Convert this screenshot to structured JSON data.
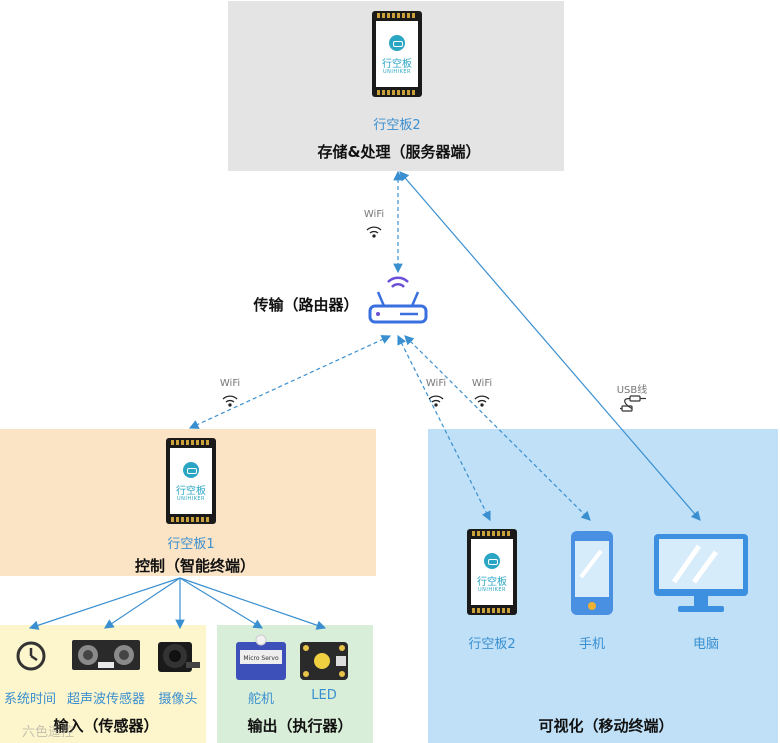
{
  "server": {
    "device": "行空板2",
    "title": "存储&处理（服务器端）"
  },
  "router": {
    "title": "传输（路由器）"
  },
  "control": {
    "device": "行空板1",
    "title": "控制（智能终端）"
  },
  "input": {
    "title": "输入（传感器）",
    "items": [
      "系统时间",
      "超声波传感器",
      "摄像头"
    ]
  },
  "output": {
    "title": "输出（执行器）",
    "items": [
      "舵机",
      "LED"
    ],
    "servo_text": "Micro Servo"
  },
  "visual": {
    "title": "可视化（移动终端）",
    "items": [
      "行空板2",
      "手机",
      "电脑"
    ]
  },
  "board_text": {
    "name": "行空板",
    "brand": "UNIHIKER"
  },
  "links": {
    "wifi": "WiFi",
    "usb": "USB线"
  },
  "watermark": "六色遥控",
  "colors": {
    "server_bg": "#e4e4e4",
    "control_bg": "#fbe3c5",
    "input_bg": "#fdf6cc",
    "output_bg": "#d8eed8",
    "visual_bg": "#bfe0f7",
    "line": "#3a8fd0"
  }
}
